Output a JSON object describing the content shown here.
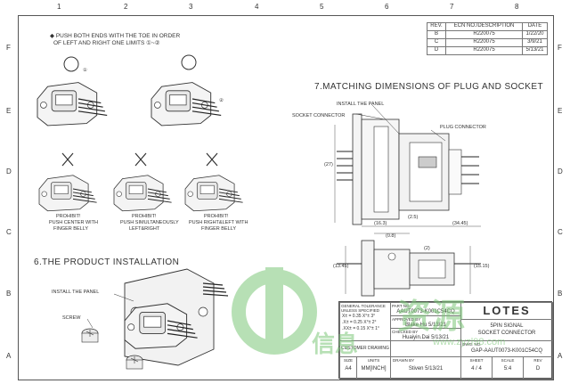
{
  "border": {
    "cols": [
      "1",
      "2",
      "3",
      "4",
      "5",
      "6",
      "7",
      "8"
    ],
    "rows": [
      "F",
      "E",
      "D",
      "C",
      "B",
      "A"
    ]
  },
  "revision_table": {
    "headers": [
      "REV.",
      "ECN NO./DESCRIPTION",
      "DATE"
    ],
    "rows": [
      [
        "B",
        "R220075",
        "1/22/20"
      ],
      [
        "C",
        "R220075",
        "3/9/21"
      ],
      [
        "D",
        "R220075",
        "5/13/21"
      ]
    ]
  },
  "instructions": {
    "push_note_line1": "PUSH BOTH ENDS WITH THE TOE IN ORDER",
    "push_note_line2": "OF LEFT AND RIGHT ONE LIMITS ①~②",
    "callout_1": "①",
    "callout_2": "②",
    "ok_mark": "○",
    "bad_mark": "✕",
    "prohibit_1_line1": "PROHIBIT!",
    "prohibit_1_line2": "PUSH CENTER WITH",
    "prohibit_1_line3": "FINGER BELLY",
    "prohibit_2_line1": "PROHIBIT!",
    "prohibit_2_line2": "PUSH SIMULTANEOUSLY",
    "prohibit_2_line3": "LEFT&RIGHT",
    "prohibit_3_line1": "PROHIBIT!",
    "prohibit_3_line2": "PUSH RIGHT&LEFT WITH",
    "prohibit_3_line3": "FINGER BELLY"
  },
  "section6": {
    "title": "6.THE PRODUCT INSTALLATION",
    "install_panel": "INSTALL THE PANEL",
    "screw": "SCREW"
  },
  "section7": {
    "title": "7.MATCHING DIMENSIONS OF PLUG AND SOCKET",
    "install_panel": "INSTALL THE PANEL",
    "socket_connector": "SOCKET CONNECTOR",
    "plug_connector": "PLUG CONNECTOR",
    "dim_27": "(27)",
    "dim_2_5": "(2.5)",
    "dim_16_3": "(16.3)",
    "dim_34_45": "(34.45)",
    "dim_0_8": "(0.8)",
    "dim_13_45": "(13.45)",
    "dim_15_15": "(15.15)",
    "dim_2": "(2)"
  },
  "title_block": {
    "tolerance_label": "GENERAL TOLERANCE UNLESS SPECIFIED",
    "tol_rows": [
      [
        "X± =",
        "0.35",
        "X°±",
        "3°"
      ],
      [
        ".X± =",
        "0.25",
        "X°±",
        "2°"
      ],
      [
        ".XX± =",
        "0.15",
        "X°±",
        "1°"
      ]
    ],
    "part_no_label": "PART NO.",
    "part_no": "AAUT0073-K001C54CQ",
    "approved_label": "APPROVED BY",
    "approved": "Blake Hu 5/13/21",
    "checked_label": "CHECKED BY",
    "checked": "Huaiyin.Dai 5/13/21",
    "customer_drawing": "CUSTOMER DRAWING",
    "company": "LOTES",
    "title_line1": "5PIN SIGNAL",
    "title_line2": "SOCKET CONNECTOR",
    "dwg_no_label": "DWG. NO.",
    "dwg_no": "GAP-AAUT0073-K001C54CQ",
    "size_label": "SIZE",
    "size": "A4",
    "units_label": "UNITS",
    "units": "MM[INCH]",
    "drawn_label": "DRAWN BY",
    "drawn": "Stiven 5/13/21",
    "sheet_label": "SHEET",
    "sheet": "4 / 4",
    "scale_label": "SCALE",
    "scale": "5:4",
    "rev_label": "REV",
    "rev": "D"
  },
  "watermark": {
    "text1": "资源",
    "text2": "信息",
    "url": "www.zyzl98.com",
    "color": "#7ec87a"
  }
}
